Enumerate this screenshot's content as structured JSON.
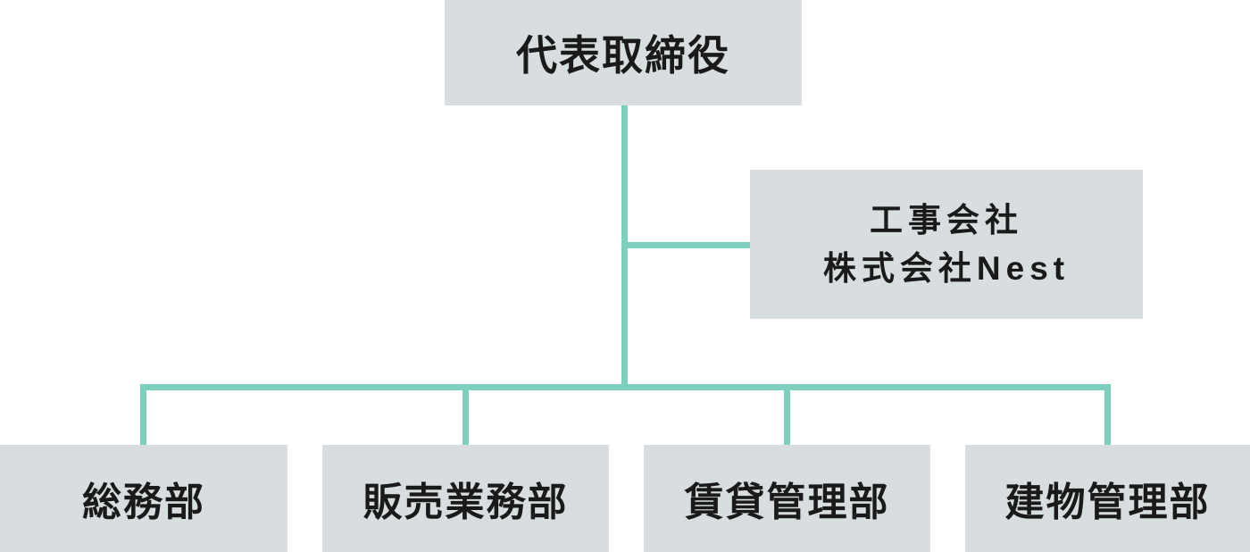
{
  "diagram": {
    "type": "org-chart",
    "root": {
      "label": "代表取締役"
    },
    "affiliate": {
      "line1": "工事会社",
      "line2": "株式会社Nest"
    },
    "departments": [
      {
        "label": "総務部"
      },
      {
        "label": "販売業務部"
      },
      {
        "label": "賃貸管理部"
      },
      {
        "label": "建物管理部"
      }
    ]
  },
  "colors": {
    "background": "#ffffff",
    "box_bg": "#d8dee0",
    "line": "#7dcfbe",
    "text": "#1a1a1a"
  }
}
